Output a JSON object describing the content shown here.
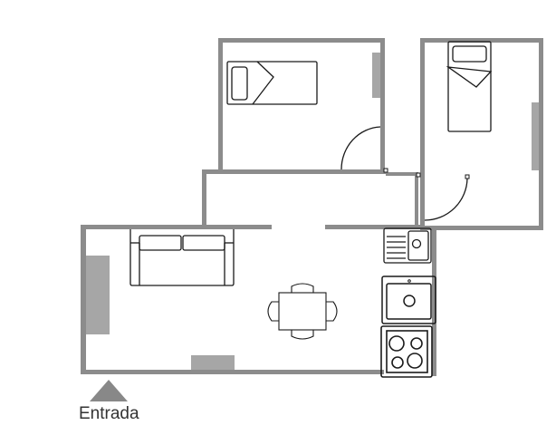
{
  "plan": {
    "entrance_label": "Entrada",
    "colors": {
      "wall": "#8c8c8c",
      "window": "#a6a6a6",
      "furniture_stroke": "#1a1a1a",
      "background": "#ffffff",
      "entrance_marker": "#888888"
    },
    "rooms": [
      {
        "name": "bedroom-1",
        "furniture": [
          "single-bed",
          "door",
          "window"
        ]
      },
      {
        "name": "bedroom-2",
        "furniture": [
          "single-bed",
          "door",
          "window"
        ]
      },
      {
        "name": "hallway",
        "furniture": []
      },
      {
        "name": "living-room",
        "furniture": [
          "sofa",
          "dining-table",
          "4-chairs",
          "2-windows"
        ]
      },
      {
        "name": "kitchen",
        "furniture": [
          "sink-with-drainer",
          "sink",
          "cooktop-4-burners"
        ]
      }
    ]
  }
}
